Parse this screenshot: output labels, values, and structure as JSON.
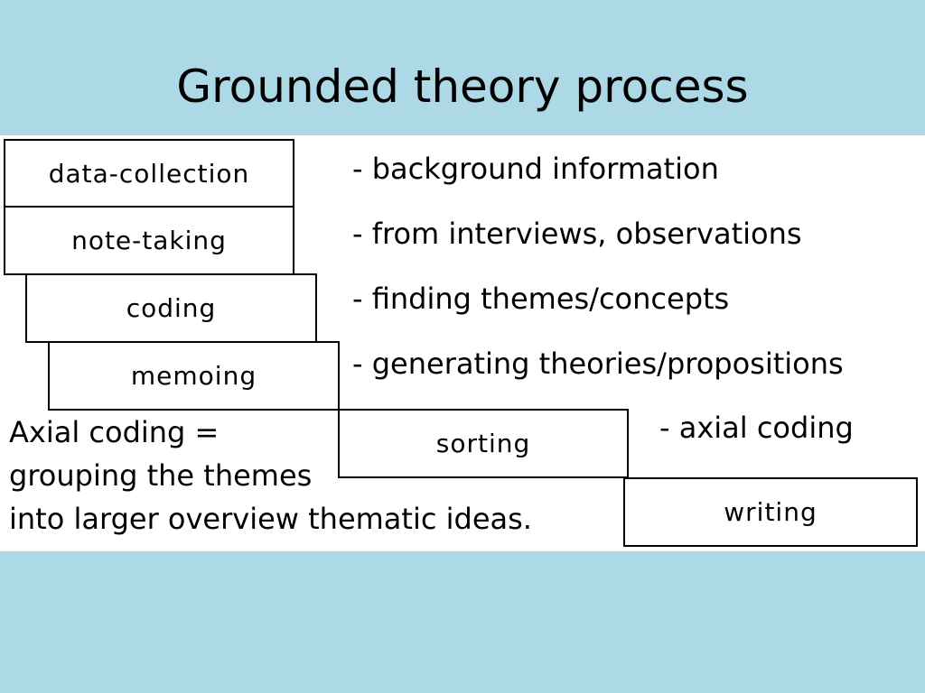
{
  "slide": {
    "title": "Grounded theory process",
    "steps": [
      "data-collection",
      "note-taking",
      "coding",
      "memoing",
      "sorting",
      "writing"
    ],
    "notes": [
      "- background information",
      "- from interviews, observations",
      "- finding themes/concepts",
      "- generating theories/propositions",
      "- axial coding"
    ],
    "axial_definition": [
      "Axial coding =",
      "grouping the themes",
      "into larger overview thematic ideas."
    ],
    "colors": {
      "background": "#add8e6",
      "content_background": "#ffffff",
      "text": "#000000",
      "box_border": "#000000"
    }
  }
}
